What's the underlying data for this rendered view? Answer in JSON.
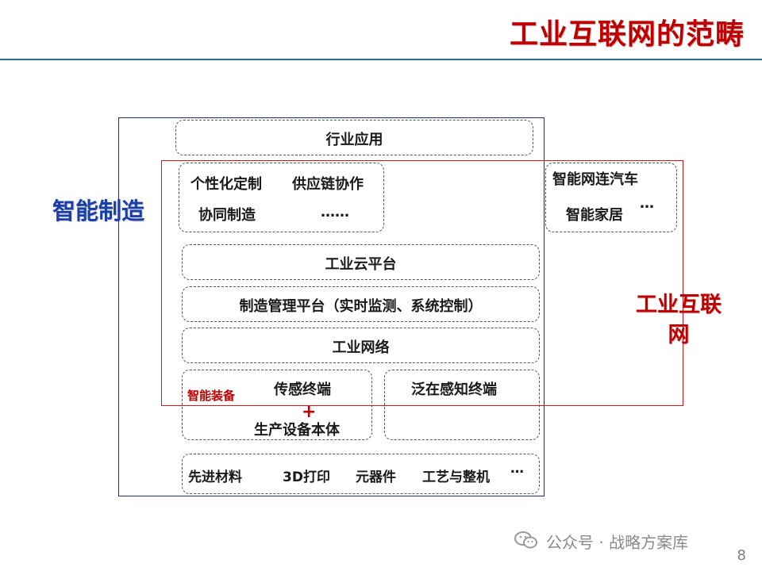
{
  "title": "工业互联网的范畴",
  "labels": {
    "smart_manufacturing": "智能制造",
    "industrial_internet_line1": "工业互联",
    "industrial_internet_line2": "网"
  },
  "layers": {
    "industry_app": "行业应用",
    "apps": {
      "personalized": "个性化定制",
      "supply_chain": "供应链协作",
      "collaborative": "协同制造",
      "ellipsis": "……"
    },
    "external": {
      "car": "智能网连汽车",
      "home": "智能家居",
      "dots": "…"
    },
    "cloud": "工业云平台",
    "mgmt": "制造管理平台（实时监测、系统控制）",
    "network": "工业网络",
    "equipment": {
      "label": "智能装备",
      "sensor": "传感终端",
      "plus": "+",
      "body": "生产设备本体"
    },
    "pervasive": "泛在感知终端",
    "base": {
      "materials": "先进材料",
      "printing": "3D打印",
      "components": "元器件",
      "process": "工艺与整机",
      "dots": "…"
    }
  },
  "watermark": "公众号 · 战略方案库",
  "page_number": "8",
  "colors": {
    "title_red": "#c00000",
    "blue_label": "#1b3faa",
    "frame_navy": "#1f2d6b",
    "frame_red": "#d01818"
  }
}
